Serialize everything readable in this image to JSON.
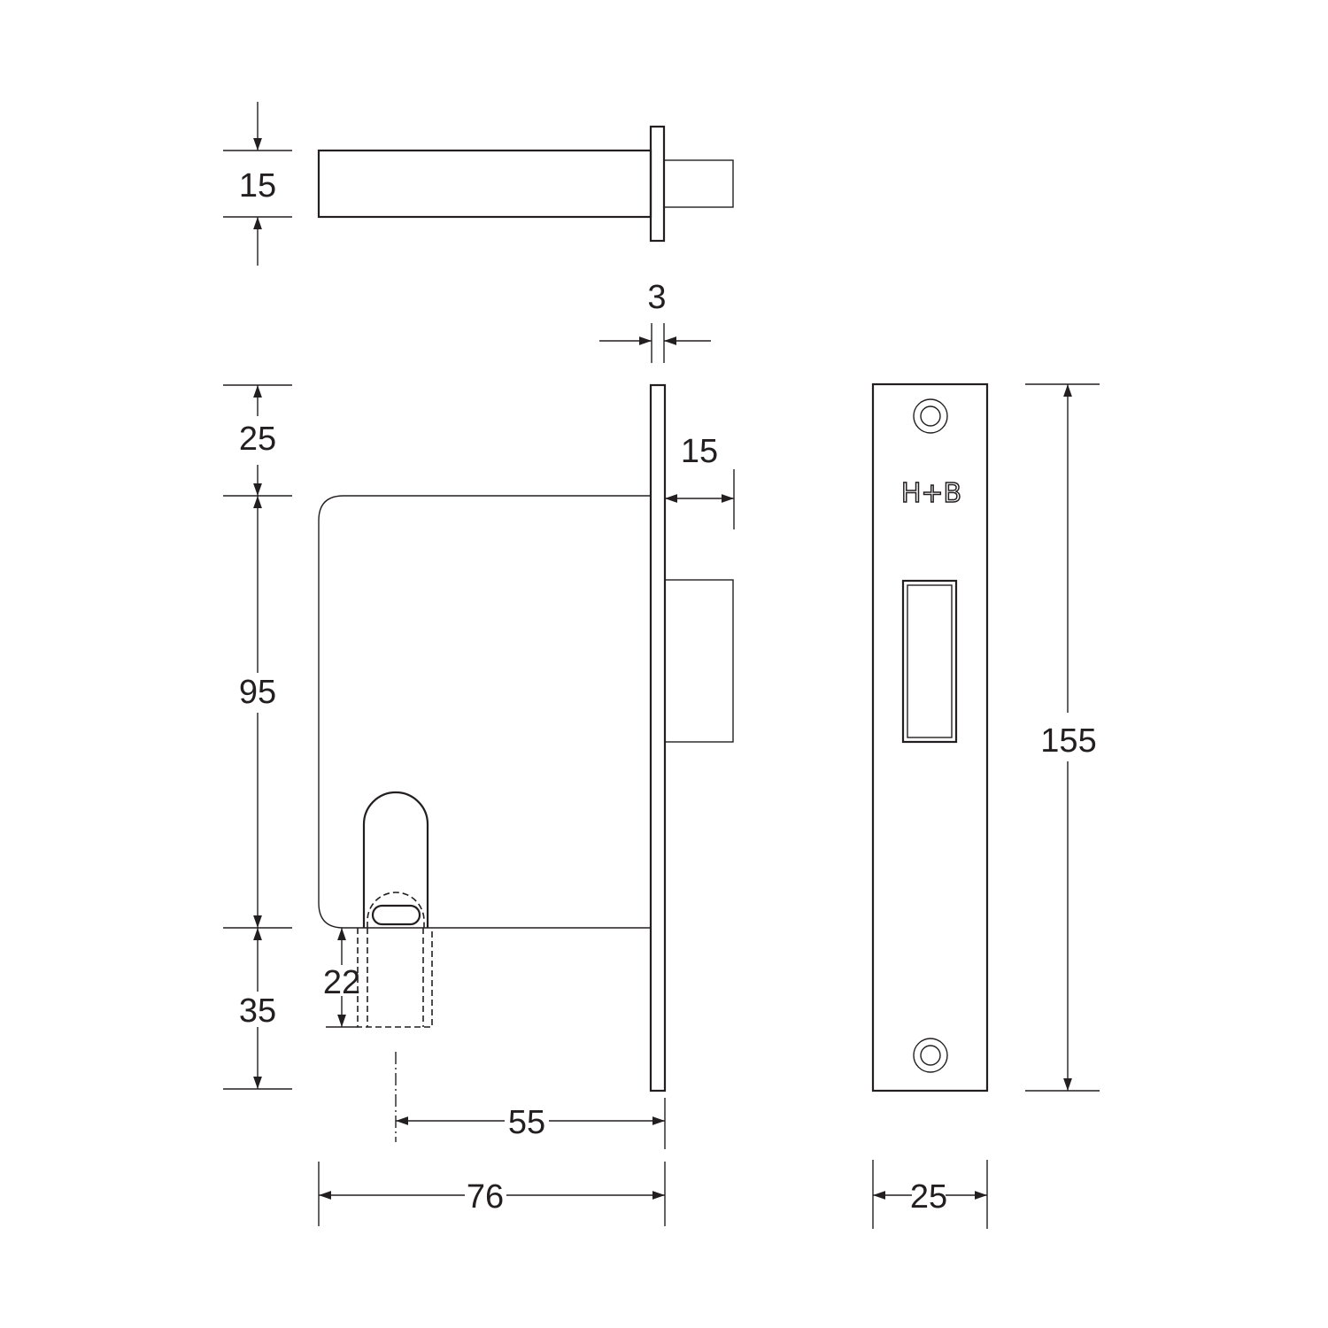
{
  "drawing": {
    "top_view": {
      "height_label": "15"
    },
    "faceplate_thickness_label": "3",
    "front_view": {
      "top_offset_label": "25",
      "body_height_label": "95",
      "bottom_offset_label": "35",
      "cylinder_label": "22",
      "bolt_projection_label": "15",
      "backset_label": "55",
      "total_width_label": "76"
    },
    "strike_plate": {
      "logo": "H+B",
      "height_label": "155",
      "width_label": "25"
    },
    "line_color": "#231f20"
  }
}
